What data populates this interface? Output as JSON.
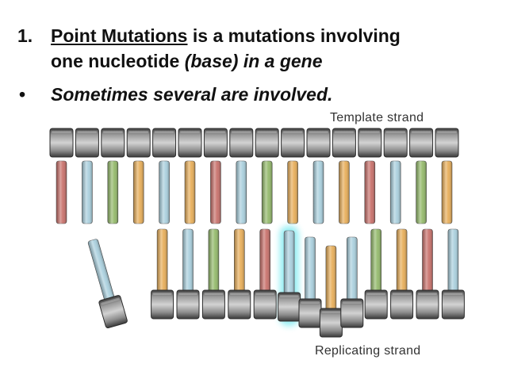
{
  "slide": {
    "point1": {
      "number": "1.",
      "term": "Point Mutations",
      "rest": " is a mutations involving",
      "line2_plain": "one nucleotide ",
      "line2_italic": "(base) in a gene"
    },
    "bullet": {
      "marker": "•",
      "text": "Sometimes several are involved."
    }
  },
  "diagram": {
    "template_label": "Template strand",
    "replicating_label": "Replicating strand",
    "colors": {
      "red": "#c8706a",
      "blue": "#a9cfdd",
      "green": "#93b96a",
      "orange": "#e7ad58",
      "backbone": "#6e6e6e",
      "highlight": "#5fe6ee"
    },
    "template_bases": [
      "red",
      "blue",
      "green",
      "orange",
      "blue",
      "orange",
      "red",
      "blue",
      "green",
      "orange",
      "blue",
      "orange",
      "red",
      "blue",
      "green",
      "orange"
    ],
    "replicating_bases": [
      "orange",
      "blue",
      "green",
      "orange",
      "red",
      "blue",
      "blue",
      "orange",
      "blue",
      "green",
      "orange",
      "red",
      "blue"
    ],
    "free_nucleotide_base": "blue"
  }
}
